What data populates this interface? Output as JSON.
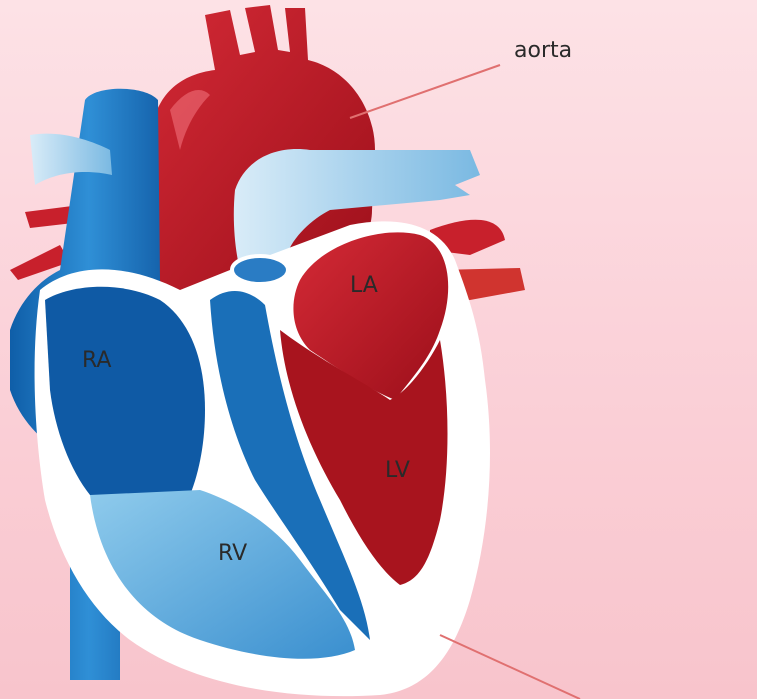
{
  "labels": {
    "aorta": "aorta",
    "left_atrium": "LA",
    "right_atrium": "RA",
    "left_ventricle": "LV",
    "right_ventricle": "RV"
  },
  "colors": {
    "background": "#fbd3da",
    "oxygenated_blood": "#b5121e",
    "deoxygenated_blood": "#1a6fb8",
    "light_blue_chamber": "#6ab7e0",
    "heart_wall": "#ffffff",
    "leader_line": "#e07070"
  }
}
